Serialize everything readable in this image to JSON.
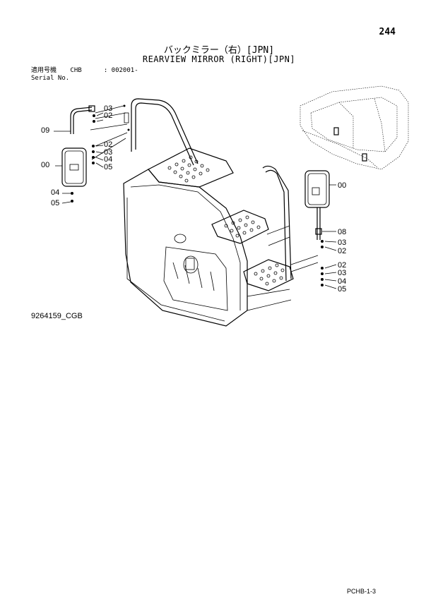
{
  "page": {
    "number": "244",
    "title_jp": "バックミラー（右）[JPN]",
    "title_en": "REARVIEW MIRROR (RIGHT)[JPN]",
    "code": "PCHB-1-3"
  },
  "serial": {
    "label_jp": "適用号機",
    "model": "CHB",
    "range": ": 002001-",
    "label_en": "Serial No."
  },
  "drawing": {
    "id": "9264159_CGB"
  },
  "callouts": {
    "left": [
      "03",
      "02",
      "09",
      "02",
      "03",
      "04",
      "05",
      "00",
      "04",
      "05"
    ],
    "right": [
      "00",
      "08",
      "03",
      "02",
      "02",
      "03",
      "04",
      "05"
    ]
  },
  "colors": {
    "line": "#000000",
    "background": "#ffffff"
  }
}
